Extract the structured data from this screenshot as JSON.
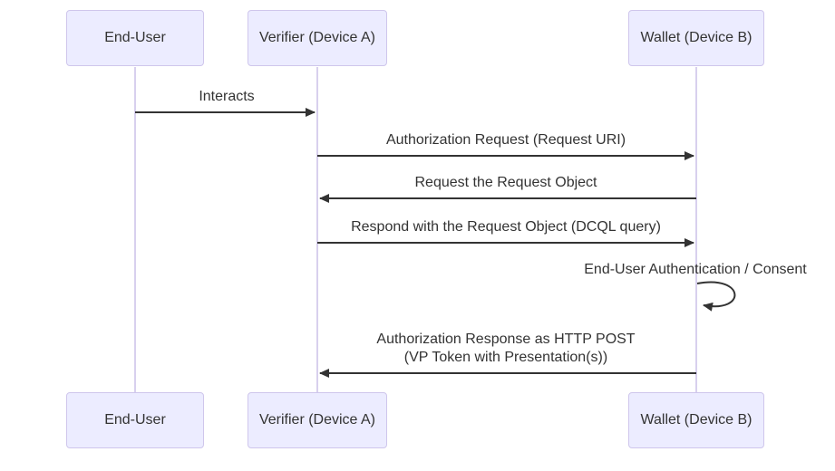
{
  "diagram_type": "sequence",
  "actors": [
    {
      "label": "End-User"
    },
    {
      "label": "Verifier (Device A)"
    },
    {
      "label": "Wallet (Device B)"
    }
  ],
  "messages": [
    {
      "from": "End-User",
      "to": "Verifier (Device A)",
      "label": "Interacts",
      "arrow": "solid-right"
    },
    {
      "from": "Verifier (Device A)",
      "to": "Wallet (Device B)",
      "label": "Authorization Request (Request URI)",
      "arrow": "solid-right"
    },
    {
      "from": "Wallet (Device B)",
      "to": "Verifier (Device A)",
      "label": "Request the Request Object",
      "arrow": "solid-left"
    },
    {
      "from": "Verifier (Device A)",
      "to": "Wallet (Device B)",
      "label": "Respond with the Request Object (DCQL query)",
      "arrow": "solid-right"
    },
    {
      "from": "Wallet (Device B)",
      "to": "Wallet (Device B)",
      "label": "End-User Authentication / Consent",
      "arrow": "self-loop"
    },
    {
      "from": "Wallet (Device B)",
      "to": "Verifier (Device A)",
      "line1": "Authorization Response as HTTP POST",
      "line2": "(VP Token with Presentation(s))",
      "arrow": "solid-left"
    }
  ],
  "colors": {
    "actor_fill": "#ECECFF",
    "actor_border": "#CFC6EC",
    "lifeline": "#D8D0EE",
    "arrow": "#333333",
    "text": "#333333",
    "bg": "#FFFFFF"
  }
}
